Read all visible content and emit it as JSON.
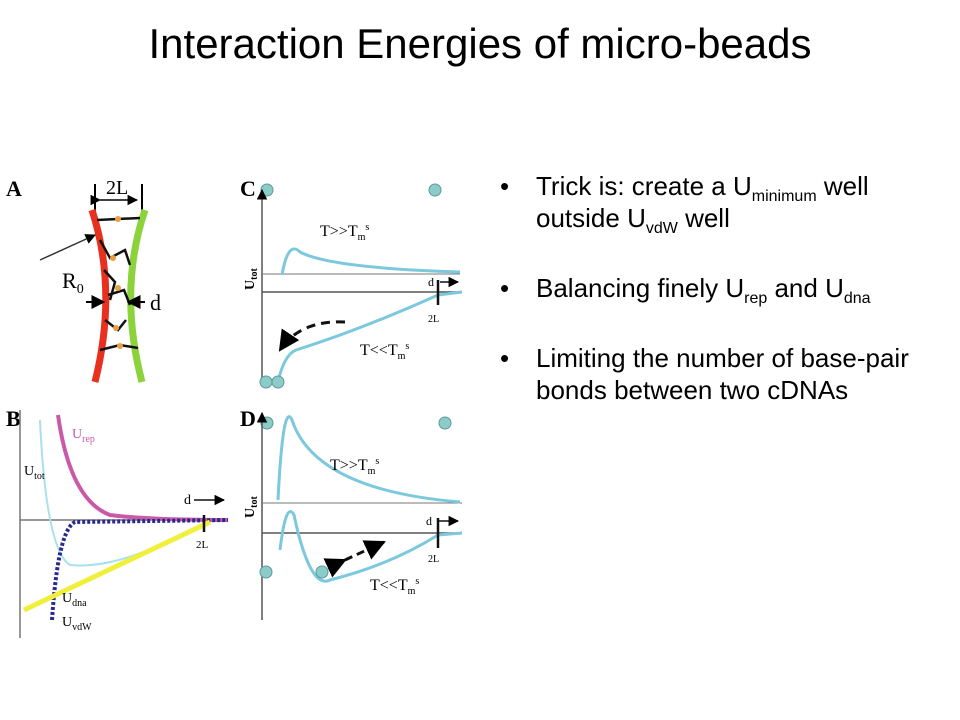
{
  "title": "Interaction Energies of micro-beads",
  "figure": {
    "panel_a": {
      "letter": "A",
      "width_label": "2L",
      "r0": "R",
      "r0_sub": "0",
      "d": "d"
    },
    "panel_b": {
      "letter": "B",
      "u": "U",
      "rep_sub": "rep",
      "tot_sub": "tot",
      "dna_sub": "dna",
      "vdw_sub": "vdW",
      "d": "d",
      "two_l": "2L"
    },
    "panel_c": {
      "letter": "C",
      "u": "U",
      "tot_sub": "tot",
      "high_t": "T>>T",
      "low_t": "T<<T",
      "tm_sub": "m",
      "tm_sup": "s",
      "d": "d",
      "two_l": "2L"
    },
    "panel_d": {
      "letter": "D",
      "u": "U",
      "tot_sub": "tot",
      "high_t": "T>>T",
      "low_t": "T<<T",
      "tm_sub": "m",
      "tm_sup": "s",
      "d": "d",
      "two_l": "2L"
    },
    "colors": {
      "red_strand": "#e8301e",
      "green_strand": "#8cd23a",
      "cyan_curve": "#7cc8dc",
      "magenta_curve": "#c85aa8",
      "navy_curve": "#2a2a8c",
      "yellow_curve": "#f0f03c",
      "bead": "#8ccbc8"
    }
  },
  "bullets": [
    {
      "pre": "Trick is: create a U",
      "sub1": "minimum",
      "mid": " well outside U",
      "sub2": "vdW",
      "post": " well"
    },
    {
      "pre": "Balancing finely U",
      "sub1": "rep",
      "mid": " and U",
      "sub2": "dna",
      "post": ""
    },
    {
      "pre": "Limiting the number of base-pair bonds between two cDNAs",
      "sub1": "",
      "mid": "",
      "sub2": "",
      "post": ""
    }
  ]
}
